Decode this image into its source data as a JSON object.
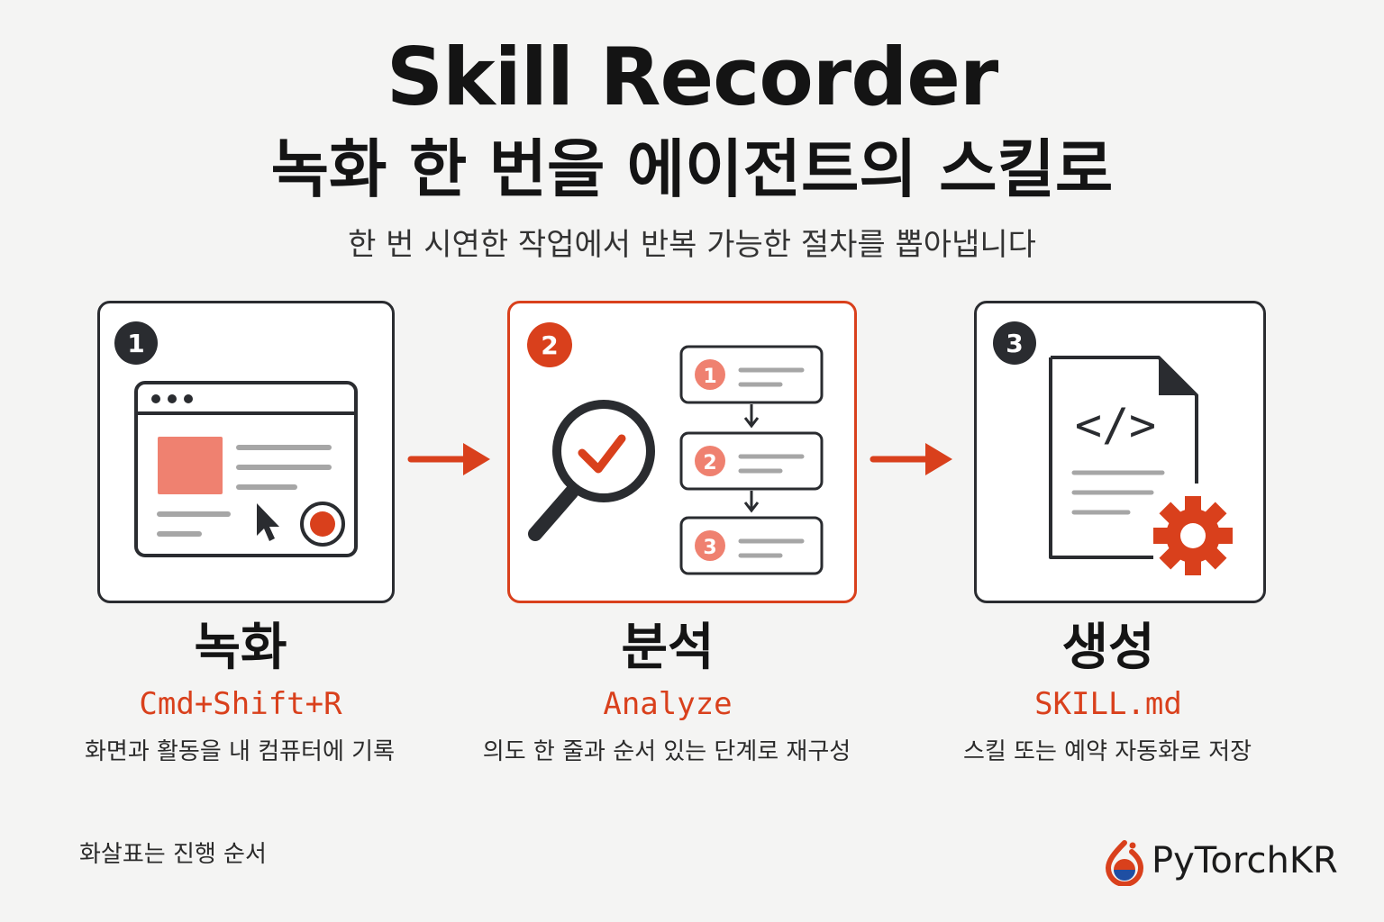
{
  "header": {
    "title": "Skill Recorder",
    "subtitle": "녹화 한 번을 에이전트의 스킬로",
    "tagline": "한 번 시연한 작업에서 반복 가능한 절차를 뽑아냅니다"
  },
  "steps": [
    {
      "number": "1",
      "name": "녹화",
      "code": "Cmd+Shift+R",
      "description": "화면과 활동을 내 컴퓨터에 기록",
      "icon": "browser-window-record-icon"
    },
    {
      "number": "2",
      "name": "분석",
      "code": "Analyze",
      "description": "의도 한 줄과 순서 있는 단계로 재구성",
      "icon": "magnifier-check-icon",
      "substeps": [
        "1",
        "2",
        "3"
      ]
    },
    {
      "number": "3",
      "name": "생성",
      "code": "SKILL.md",
      "description": "스킬 또는 예약 자동화로 저장",
      "icon": "code-file-gear-icon",
      "file_glyph": "</>"
    }
  ],
  "footer": {
    "note": "화살표는 진행 순서",
    "brand": "PyTorchKR"
  },
  "colors": {
    "accent": "#d9401c",
    "accent_light": "#ef8170",
    "dark": "#2a2c30",
    "gray": "#a6a6a6"
  }
}
